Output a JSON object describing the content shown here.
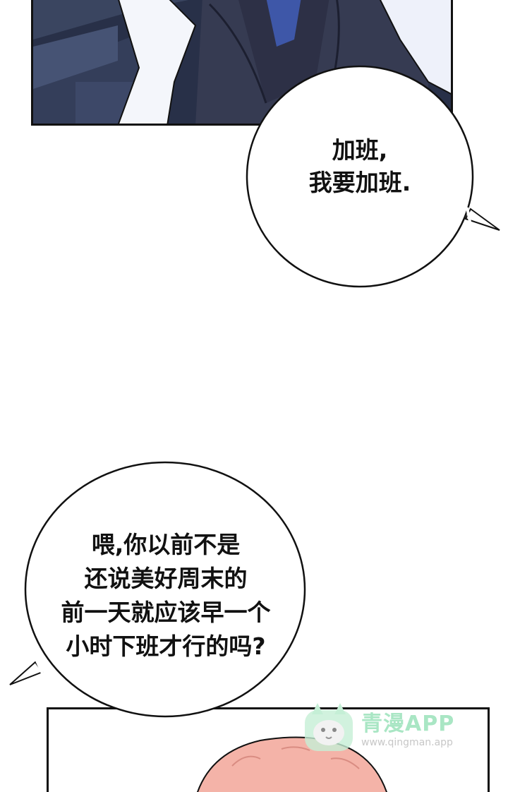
{
  "speech_bubbles": {
    "bubble1": {
      "lines": [
        "加班,",
        "我要加班."
      ]
    },
    "bubble2": {
      "lines": [
        "喂,你以前不是",
        "还说美好周末的",
        "前一天就应该早一个",
        "小时下班才行的吗?"
      ]
    }
  },
  "watermark": {
    "title": "青漫APP",
    "url": "www.qingman.app"
  },
  "colors": {
    "outline": "#111111",
    "panel_dark": "#2a3148",
    "shirt_white": "#f4f6fb",
    "hair_pink": "#f4b3a8",
    "watermark_green": "#a9e6c4"
  }
}
